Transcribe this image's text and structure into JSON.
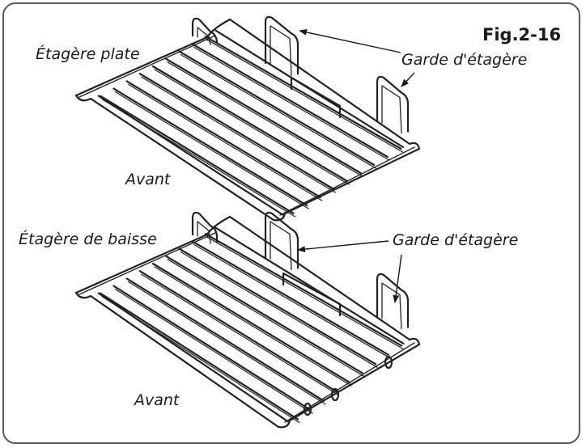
{
  "figure": {
    "number": "Fig.2-16",
    "flat_rack": {
      "name": "Étagère plate",
      "guard": "Garde d'étagère",
      "front": "Avant"
    },
    "offset_rack": {
      "name": "Étagère de baisse",
      "guard": "Garde d'étagère",
      "front": "Avant"
    }
  }
}
